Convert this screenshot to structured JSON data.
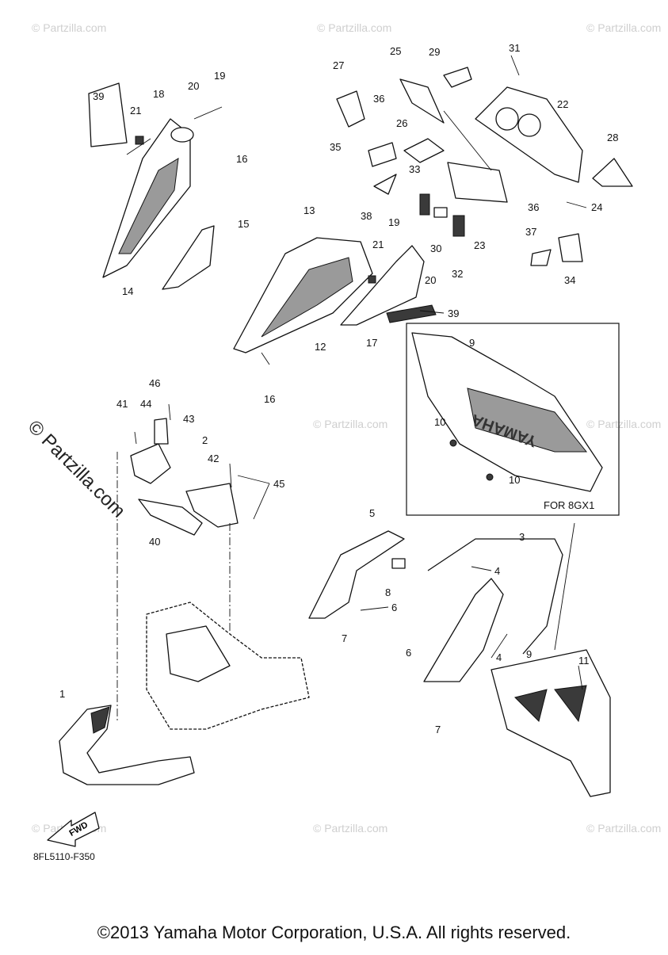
{
  "diagram": {
    "code": "8FL5110-F350",
    "copyright": "©2013 Yamaha Motor Corporation, U.S.A. All rights reserved.",
    "inset_label": "FOR 8GX1",
    "fwd_label": "FWD",
    "watermark": "© Partzilla.com",
    "watermark_small": "© Partzilla.com",
    "decal_text": "YAMAHA",
    "callouts": [
      {
        "id": "c1",
        "label": "1"
      },
      {
        "id": "c2",
        "label": "2"
      },
      {
        "id": "c3",
        "label": "3"
      },
      {
        "id": "c4a",
        "label": "4"
      },
      {
        "id": "c4b",
        "label": "4"
      },
      {
        "id": "c5",
        "label": "5"
      },
      {
        "id": "c6a",
        "label": "6"
      },
      {
        "id": "c6b",
        "label": "6"
      },
      {
        "id": "c7a",
        "label": "7"
      },
      {
        "id": "c7b",
        "label": "7"
      },
      {
        "id": "c8",
        "label": "8"
      },
      {
        "id": "c9a",
        "label": "9"
      },
      {
        "id": "c9b",
        "label": "9"
      },
      {
        "id": "c10a",
        "label": "10"
      },
      {
        "id": "c10b",
        "label": "10"
      },
      {
        "id": "c11",
        "label": "11"
      },
      {
        "id": "c12",
        "label": "12"
      },
      {
        "id": "c13",
        "label": "13"
      },
      {
        "id": "c14",
        "label": "14"
      },
      {
        "id": "c15",
        "label": "15"
      },
      {
        "id": "c16a",
        "label": "16"
      },
      {
        "id": "c16b",
        "label": "16"
      },
      {
        "id": "c17",
        "label": "17"
      },
      {
        "id": "c18",
        "label": "18"
      },
      {
        "id": "c19a",
        "label": "19"
      },
      {
        "id": "c19b",
        "label": "19"
      },
      {
        "id": "c20a",
        "label": "20"
      },
      {
        "id": "c20b",
        "label": "20"
      },
      {
        "id": "c21a",
        "label": "21"
      },
      {
        "id": "c21b",
        "label": "21"
      },
      {
        "id": "c22",
        "label": "22"
      },
      {
        "id": "c23",
        "label": "23"
      },
      {
        "id": "c24",
        "label": "24"
      },
      {
        "id": "c25",
        "label": "25"
      },
      {
        "id": "c26",
        "label": "26"
      },
      {
        "id": "c27",
        "label": "27"
      },
      {
        "id": "c28",
        "label": "28"
      },
      {
        "id": "c29",
        "label": "29"
      },
      {
        "id": "c30",
        "label": "30"
      },
      {
        "id": "c31",
        "label": "31"
      },
      {
        "id": "c32",
        "label": "32"
      },
      {
        "id": "c33",
        "label": "33"
      },
      {
        "id": "c34",
        "label": "34"
      },
      {
        "id": "c35",
        "label": "35"
      },
      {
        "id": "c36a",
        "label": "36"
      },
      {
        "id": "c36b",
        "label": "36"
      },
      {
        "id": "c37",
        "label": "37"
      },
      {
        "id": "c38",
        "label": "38"
      },
      {
        "id": "c39a",
        "label": "39"
      },
      {
        "id": "c39b",
        "label": "39"
      },
      {
        "id": "c40",
        "label": "40"
      },
      {
        "id": "c41",
        "label": "41"
      },
      {
        "id": "c42",
        "label": "42"
      },
      {
        "id": "c43",
        "label": "43"
      },
      {
        "id": "c44",
        "label": "44"
      },
      {
        "id": "c45",
        "label": "45"
      },
      {
        "id": "c46",
        "label": "46"
      }
    ]
  }
}
